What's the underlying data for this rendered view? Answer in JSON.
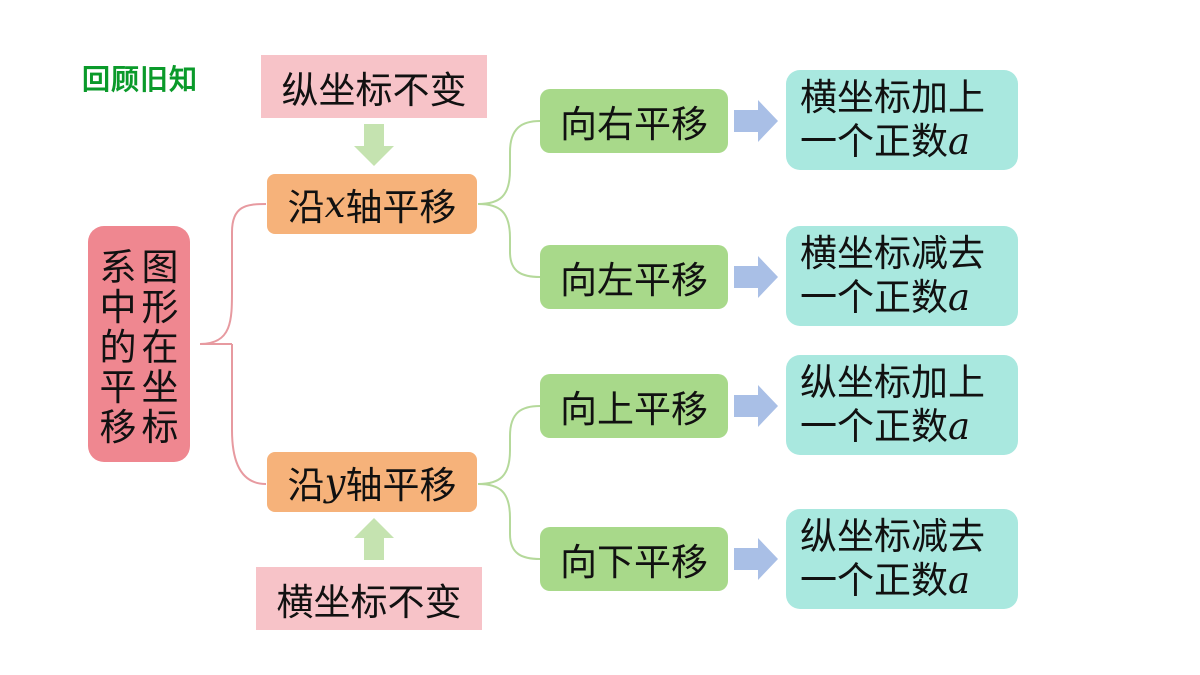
{
  "title": "回顾旧知",
  "root": {
    "col_left": [
      "系",
      "中",
      "的",
      "平",
      "移"
    ],
    "col_right": [
      "图",
      "形",
      "在",
      "坐",
      "标"
    ]
  },
  "notes": {
    "top": "纵坐标不变",
    "bottom": "横坐标不变"
  },
  "axes": {
    "x": {
      "prefix": "沿",
      "var": "x",
      "suffix": "轴平移"
    },
    "y": {
      "prefix": "沿",
      "var": "y",
      "suffix": "轴平移"
    }
  },
  "moves": [
    "向右平移",
    "向左平移",
    "向上平移",
    "向下平移"
  ],
  "results": [
    {
      "line1": "横坐标加上",
      "line2": "一个正数",
      "var": "a"
    },
    {
      "line1": "横坐标减去",
      "line2": "一个正数",
      "var": "a"
    },
    {
      "line1": "纵坐标加上",
      "line2": "一个正数",
      "var": "a"
    },
    {
      "line1": "纵坐标减去",
      "line2": "一个正数",
      "var": "a"
    }
  ],
  "colors": {
    "title": "#0a9a2a",
    "root": "#ef8790",
    "note": "#f7c3c8",
    "axis": "#f6b27a",
    "move": "#a8d98a",
    "result": "#a9e8df",
    "arrow_down_up": "#c5e3b0",
    "arrow_right": "#a9bfe6"
  }
}
